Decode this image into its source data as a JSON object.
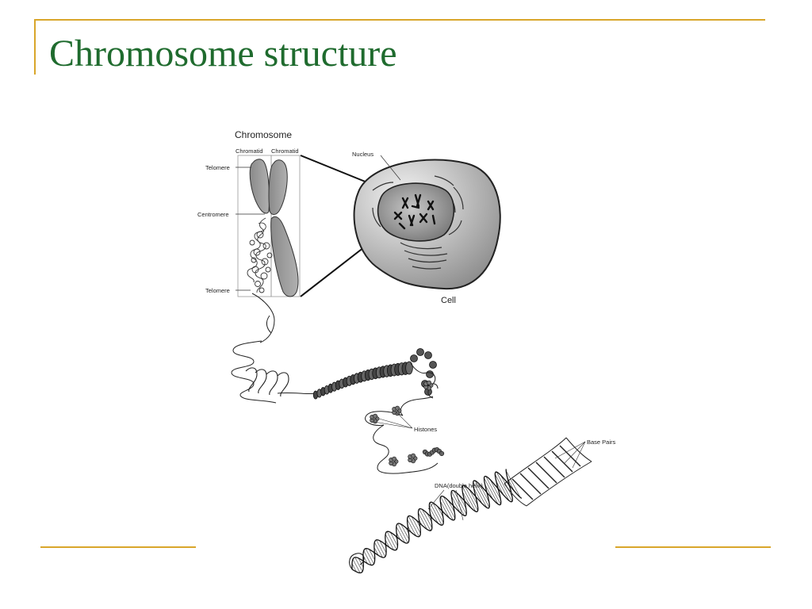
{
  "slide": {
    "title": "Chromosome structure"
  },
  "diagram": {
    "labels": {
      "chromosome": "Chromosome",
      "chromatid_left": "Chromatid",
      "chromatid_right": "Chromatid",
      "telomere_top": "Telomere",
      "centromere": "Centromere",
      "telomere_bottom": "Telomere",
      "nucleus": "Nucleus",
      "cell": "Cell",
      "histones": "Histones",
      "base_pairs": "Base Pairs",
      "dna": "DNA(double helix)"
    }
  },
  "colors": {
    "title": "#1f6b2e",
    "accent_rule": "#d9a62b"
  }
}
